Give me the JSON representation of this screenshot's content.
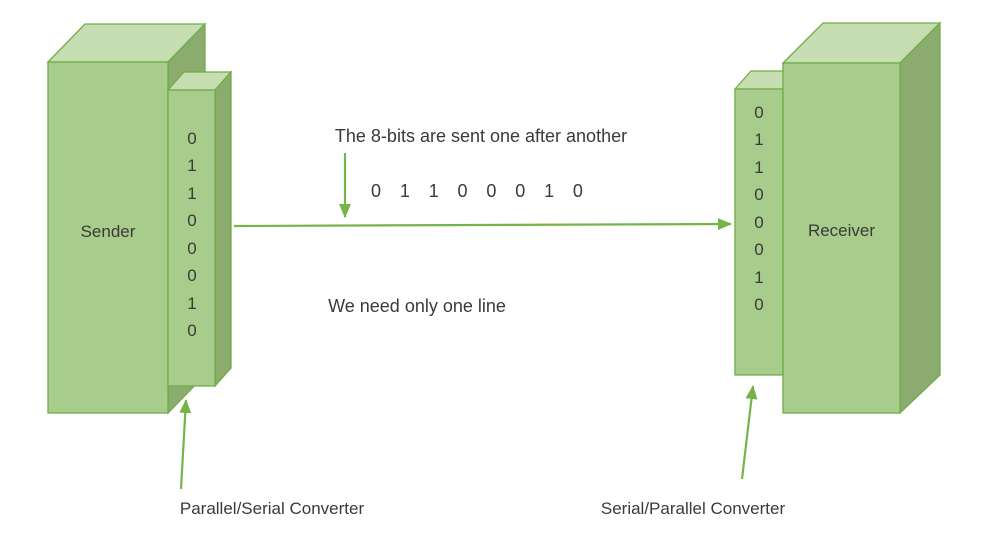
{
  "colors": {
    "face_front": "#a7cc8b",
    "face_top": "#c6deb2",
    "face_side": "#8bab6f",
    "stroke": "#70ad47",
    "arrow": "#76b44a",
    "text": "#3a3a3a"
  },
  "sender": {
    "label": "Sender",
    "converter_bits": [
      "0",
      "1",
      "1",
      "0",
      "0",
      "0",
      "1",
      "0"
    ]
  },
  "receiver": {
    "label": "Receiver",
    "converter_bits": [
      "0",
      "1",
      "1",
      "0",
      "0",
      "0",
      "1",
      "0"
    ]
  },
  "annotations": {
    "top_caption": "The 8-bits are sent one after another",
    "serial_bits": [
      "0",
      "1",
      "1",
      "0",
      "0",
      "0",
      "1",
      "0"
    ],
    "middle_caption": "We need only one line",
    "left_converter_label": "Parallel/Serial Converter",
    "right_converter_label": "Serial/Parallel Converter"
  }
}
